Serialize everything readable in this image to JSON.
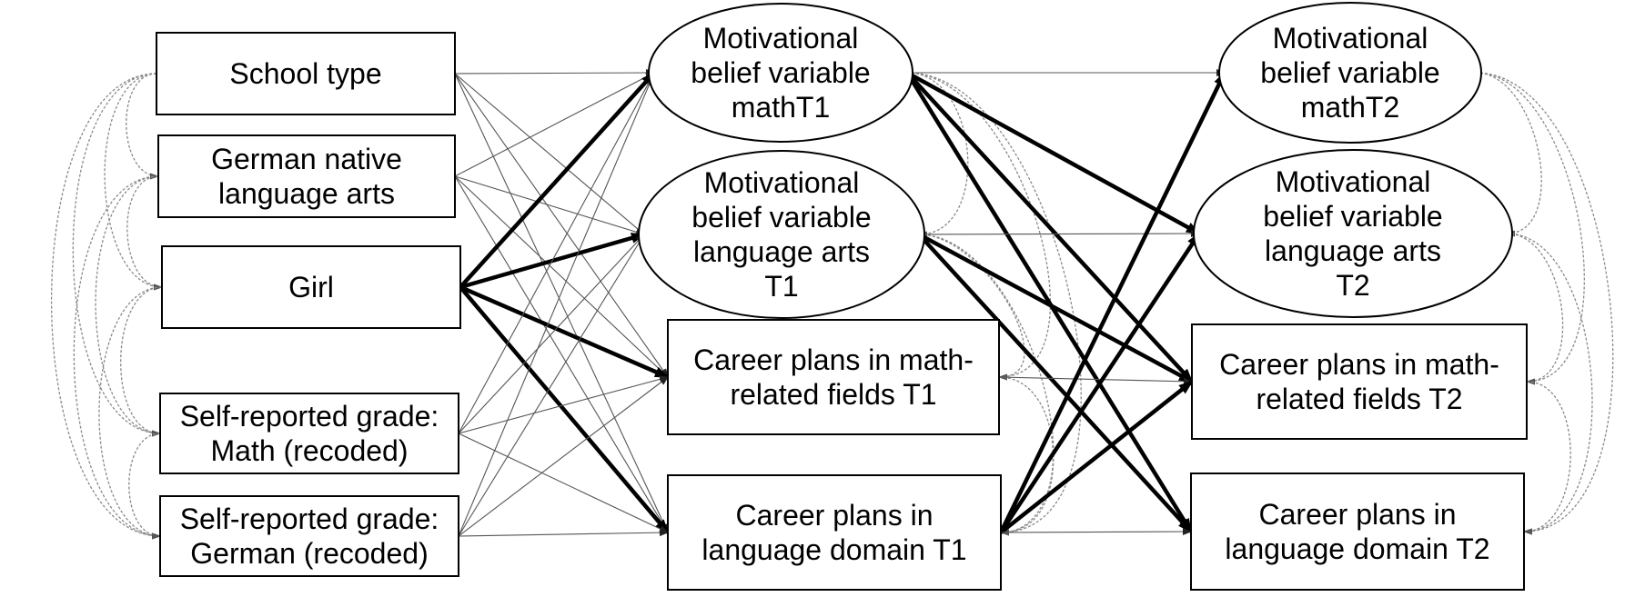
{
  "nodes": {
    "school_type": {
      "lines": [
        "School type"
      ]
    },
    "german_native": {
      "lines": [
        "German native",
        "language arts"
      ]
    },
    "girl": {
      "lines": [
        "Girl"
      ]
    },
    "grade_math": {
      "lines": [
        "Self-reported grade:",
        "Math (recoded)"
      ]
    },
    "grade_german": {
      "lines": [
        "Self-reported grade:",
        "German (recoded)"
      ]
    },
    "mot_math_t1": {
      "lines": [
        "Motivational",
        "belief variable",
        "mathT1"
      ]
    },
    "mot_lang_t1": {
      "lines": [
        "Motivational",
        "belief variable",
        "language arts",
        "T1"
      ]
    },
    "career_math_t1": {
      "lines": [
        "Career plans in math-",
        "related fields T1"
      ]
    },
    "career_lang_t1": {
      "lines": [
        "Career plans in",
        "language domain T1"
      ]
    },
    "mot_math_t2": {
      "lines": [
        "Motivational",
        "belief variable",
        "mathT2"
      ]
    },
    "mot_lang_t2": {
      "lines": [
        "Motivational",
        "belief variable",
        "language arts",
        "T2"
      ]
    },
    "career_math_t2": {
      "lines": [
        "Career plans in math-",
        "related fields T2"
      ]
    },
    "career_lang_t2": {
      "lines": [
        "Career plans in",
        "language domain T2"
      ]
    }
  },
  "paths": [
    {
      "from": "school_type",
      "to": "mot_math_t1",
      "emphasis": "normal"
    },
    {
      "from": "school_type",
      "to": "mot_lang_t1",
      "emphasis": "normal"
    },
    {
      "from": "school_type",
      "to": "career_math_t1",
      "emphasis": "normal"
    },
    {
      "from": "school_type",
      "to": "career_lang_t1",
      "emphasis": "normal"
    },
    {
      "from": "german_native",
      "to": "mot_math_t1",
      "emphasis": "normal"
    },
    {
      "from": "german_native",
      "to": "mot_lang_t1",
      "emphasis": "normal"
    },
    {
      "from": "german_native",
      "to": "career_math_t1",
      "emphasis": "normal"
    },
    {
      "from": "german_native",
      "to": "career_lang_t1",
      "emphasis": "normal"
    },
    {
      "from": "girl",
      "to": "mot_math_t1",
      "emphasis": "bold"
    },
    {
      "from": "girl",
      "to": "mot_lang_t1",
      "emphasis": "bold"
    },
    {
      "from": "girl",
      "to": "career_math_t1",
      "emphasis": "bold"
    },
    {
      "from": "girl",
      "to": "career_lang_t1",
      "emphasis": "bold"
    },
    {
      "from": "grade_math",
      "to": "mot_math_t1",
      "emphasis": "normal"
    },
    {
      "from": "grade_math",
      "to": "mot_lang_t1",
      "emphasis": "normal"
    },
    {
      "from": "grade_math",
      "to": "career_math_t1",
      "emphasis": "normal"
    },
    {
      "from": "grade_math",
      "to": "career_lang_t1",
      "emphasis": "normal"
    },
    {
      "from": "grade_german",
      "to": "mot_math_t1",
      "emphasis": "normal"
    },
    {
      "from": "grade_german",
      "to": "mot_lang_t1",
      "emphasis": "normal"
    },
    {
      "from": "grade_german",
      "to": "career_math_t1",
      "emphasis": "normal"
    },
    {
      "from": "grade_german",
      "to": "career_lang_t1",
      "emphasis": "normal"
    },
    {
      "from": "mot_math_t1",
      "to": "mot_math_t2",
      "emphasis": "normal"
    },
    {
      "from": "mot_math_t1",
      "to": "mot_lang_t2",
      "emphasis": "bold"
    },
    {
      "from": "mot_math_t1",
      "to": "career_math_t2",
      "emphasis": "bold"
    },
    {
      "from": "mot_math_t1",
      "to": "career_lang_t2",
      "emphasis": "bold"
    },
    {
      "from": "mot_lang_t1",
      "to": "mot_lang_t2",
      "emphasis": "normal"
    },
    {
      "from": "mot_lang_t1",
      "to": "career_math_t2",
      "emphasis": "bold"
    },
    {
      "from": "mot_lang_t1",
      "to": "career_lang_t2",
      "emphasis": "bold"
    },
    {
      "from": "career_math_t1",
      "to": "career_math_t2",
      "emphasis": "normal"
    },
    {
      "from": "career_lang_t1",
      "to": "mot_math_t2",
      "emphasis": "bold"
    },
    {
      "from": "career_lang_t1",
      "to": "mot_lang_t2",
      "emphasis": "bold"
    },
    {
      "from": "career_lang_t1",
      "to": "career_math_t2",
      "emphasis": "bold"
    },
    {
      "from": "career_lang_t1",
      "to": "career_lang_t2",
      "emphasis": "normal"
    }
  ],
  "covariances": {
    "left": [
      [
        "school_type",
        "german_native"
      ],
      [
        "school_type",
        "girl"
      ],
      [
        "school_type",
        "grade_math"
      ],
      [
        "school_type",
        "grade_german"
      ],
      [
        "german_native",
        "girl"
      ],
      [
        "german_native",
        "grade_math"
      ],
      [
        "german_native",
        "grade_german"
      ],
      [
        "girl",
        "grade_math"
      ],
      [
        "girl",
        "grade_german"
      ],
      [
        "grade_math",
        "grade_german"
      ]
    ],
    "t1": [
      [
        "mot_math_t1",
        "mot_lang_t1"
      ],
      [
        "mot_math_t1",
        "career_math_t1"
      ],
      [
        "mot_math_t1",
        "career_lang_t1"
      ],
      [
        "mot_lang_t1",
        "career_math_t1"
      ],
      [
        "mot_lang_t1",
        "career_lang_t1"
      ],
      [
        "career_math_t1",
        "career_lang_t1"
      ]
    ],
    "t2": [
      [
        "mot_math_t2",
        "mot_lang_t2"
      ],
      [
        "mot_math_t2",
        "career_math_t2"
      ],
      [
        "mot_math_t2",
        "career_lang_t2"
      ],
      [
        "mot_lang_t2",
        "career_math_t2"
      ],
      [
        "mot_lang_t2",
        "career_lang_t2"
      ],
      [
        "career_math_t2",
        "career_lang_t2"
      ]
    ]
  }
}
